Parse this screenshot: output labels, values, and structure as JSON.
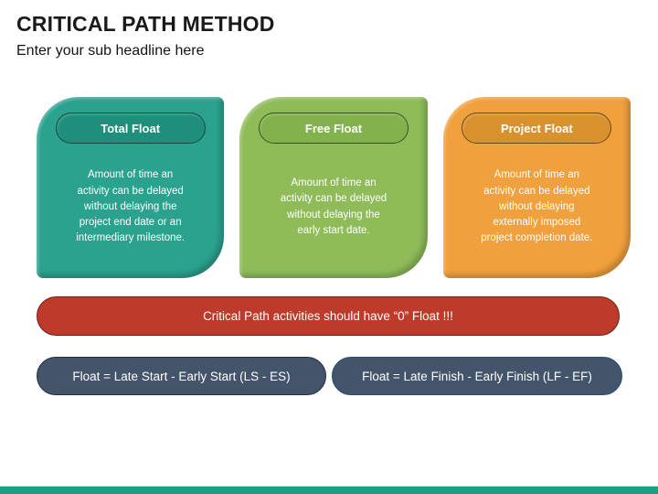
{
  "slide": {
    "title": "CRITICAL PATH METHOD",
    "subtitle": "Enter your sub headline here"
  },
  "cards": [
    {
      "label": "Total Float",
      "description": "Amount of time an\nactivity can be delayed\nwithout delaying the\nproject end date or an\nintermediary milestone.",
      "body_color": "#2AA28E",
      "header_color": "#1F8E7B",
      "border_color": "#17473F"
    },
    {
      "label": "Free Float",
      "description": "Amount of time an\nactivity can be delayed\nwithout delaying the\nearly start date.",
      "body_color": "#8FBC59",
      "header_color": "#82B14D",
      "border_color": "#3C501F"
    },
    {
      "label": "Project Float",
      "description": "Amount of time an\nactivity can be delayed\nwithout delaying\nexternally imposed\nproject completion date.",
      "body_color": "#F0A03C",
      "header_color": "#D9912E",
      "border_color": "#6B4812"
    }
  ],
  "banner": {
    "text": "Critical Path activities should have “0” Float !!!",
    "fill": "#BE3B2B",
    "border": "#6F2015"
  },
  "formulas": [
    {
      "text": "Float = Late Start - Early Start (LS - ES)",
      "fill": "#44546A",
      "border": "#262E38"
    },
    {
      "text": "Float = Late Finish - Early Finish (LF - EF)",
      "fill": "#44546A",
      "border": "#1F4E79"
    }
  ],
  "footer": {
    "bar_color": "#1D9E82",
    "line_color": "#C6CAC9"
  }
}
